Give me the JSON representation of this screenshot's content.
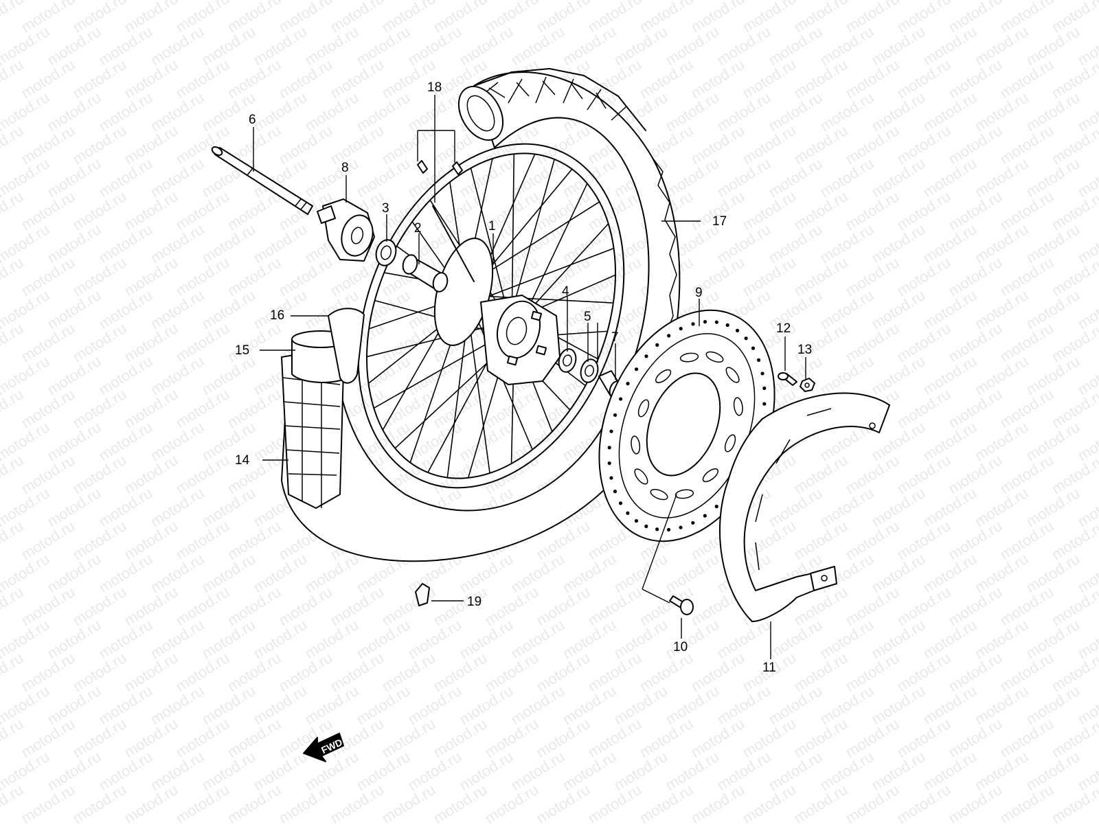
{
  "watermark": {
    "text": "motod.ru"
  },
  "fwd_label": "FWD",
  "callouts": [
    {
      "id": "1",
      "label": "1"
    },
    {
      "id": "2",
      "label": "2"
    },
    {
      "id": "3",
      "label": "3"
    },
    {
      "id": "4",
      "label": "4"
    },
    {
      "id": "5",
      "label": "5"
    },
    {
      "id": "6",
      "label": "6"
    },
    {
      "id": "7",
      "label": "7"
    },
    {
      "id": "8",
      "label": "8"
    },
    {
      "id": "9",
      "label": "9"
    },
    {
      "id": "10",
      "label": "10"
    },
    {
      "id": "11",
      "label": "11"
    },
    {
      "id": "12",
      "label": "12"
    },
    {
      "id": "13",
      "label": "13"
    },
    {
      "id": "14",
      "label": "14"
    },
    {
      "id": "15",
      "label": "15"
    },
    {
      "id": "16",
      "label": "16"
    },
    {
      "id": "17",
      "label": "17"
    },
    {
      "id": "18",
      "label": "18"
    },
    {
      "id": "19",
      "label": "19"
    }
  ],
  "colors": {
    "line": "#000000",
    "background": "#ffffff",
    "watermark": "#bdbdbd"
  }
}
